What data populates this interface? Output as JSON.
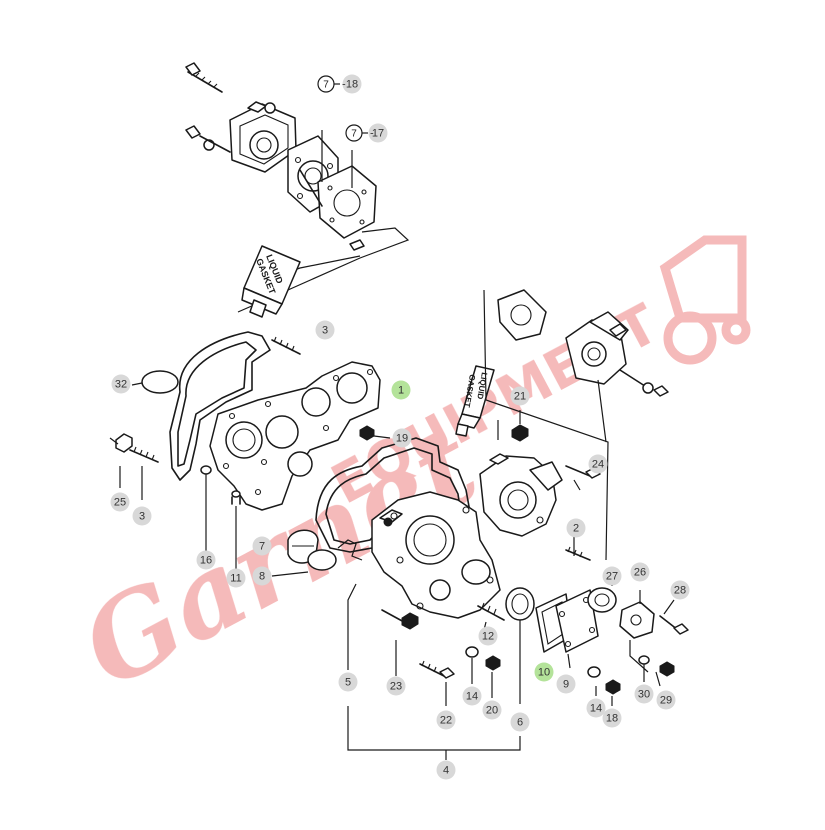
{
  "watermark": {
    "brand": "Garnet",
    "sub": "EQUIPMENT"
  },
  "tube_label_line1": "LIQUID",
  "tube_label_line2": "GASKET",
  "colors": {
    "callout": "#d8d8d8",
    "callout_highlight": "#b4e39a",
    "watermark": "#f2a3a3"
  },
  "callouts": [
    {
      "label": "18"
    },
    {
      "label": "17"
    },
    {
      "label": "3"
    },
    {
      "label": "32"
    },
    {
      "label": "1"
    },
    {
      "label": "19"
    },
    {
      "label": "21"
    },
    {
      "label": "24"
    },
    {
      "label": "25"
    },
    {
      "label": "3"
    },
    {
      "label": "16"
    },
    {
      "label": "11"
    },
    {
      "label": "7"
    },
    {
      "label": "8"
    },
    {
      "label": "2"
    },
    {
      "label": "27"
    },
    {
      "label": "26"
    },
    {
      "label": "28"
    },
    {
      "label": "12"
    },
    {
      "label": "10"
    },
    {
      "label": "9"
    },
    {
      "label": "5"
    },
    {
      "label": "23"
    },
    {
      "label": "14"
    },
    {
      "label": "20"
    },
    {
      "label": "22"
    },
    {
      "label": "6"
    },
    {
      "label": "14"
    },
    {
      "label": "18"
    },
    {
      "label": "30"
    },
    {
      "label": "29"
    },
    {
      "label": "4"
    }
  ],
  "circled_marks": [
    {
      "symbol": "7",
      "label": "18"
    },
    {
      "symbol": "7",
      "label": "17"
    }
  ],
  "highlighted_callouts": [
    "1",
    "10"
  ]
}
